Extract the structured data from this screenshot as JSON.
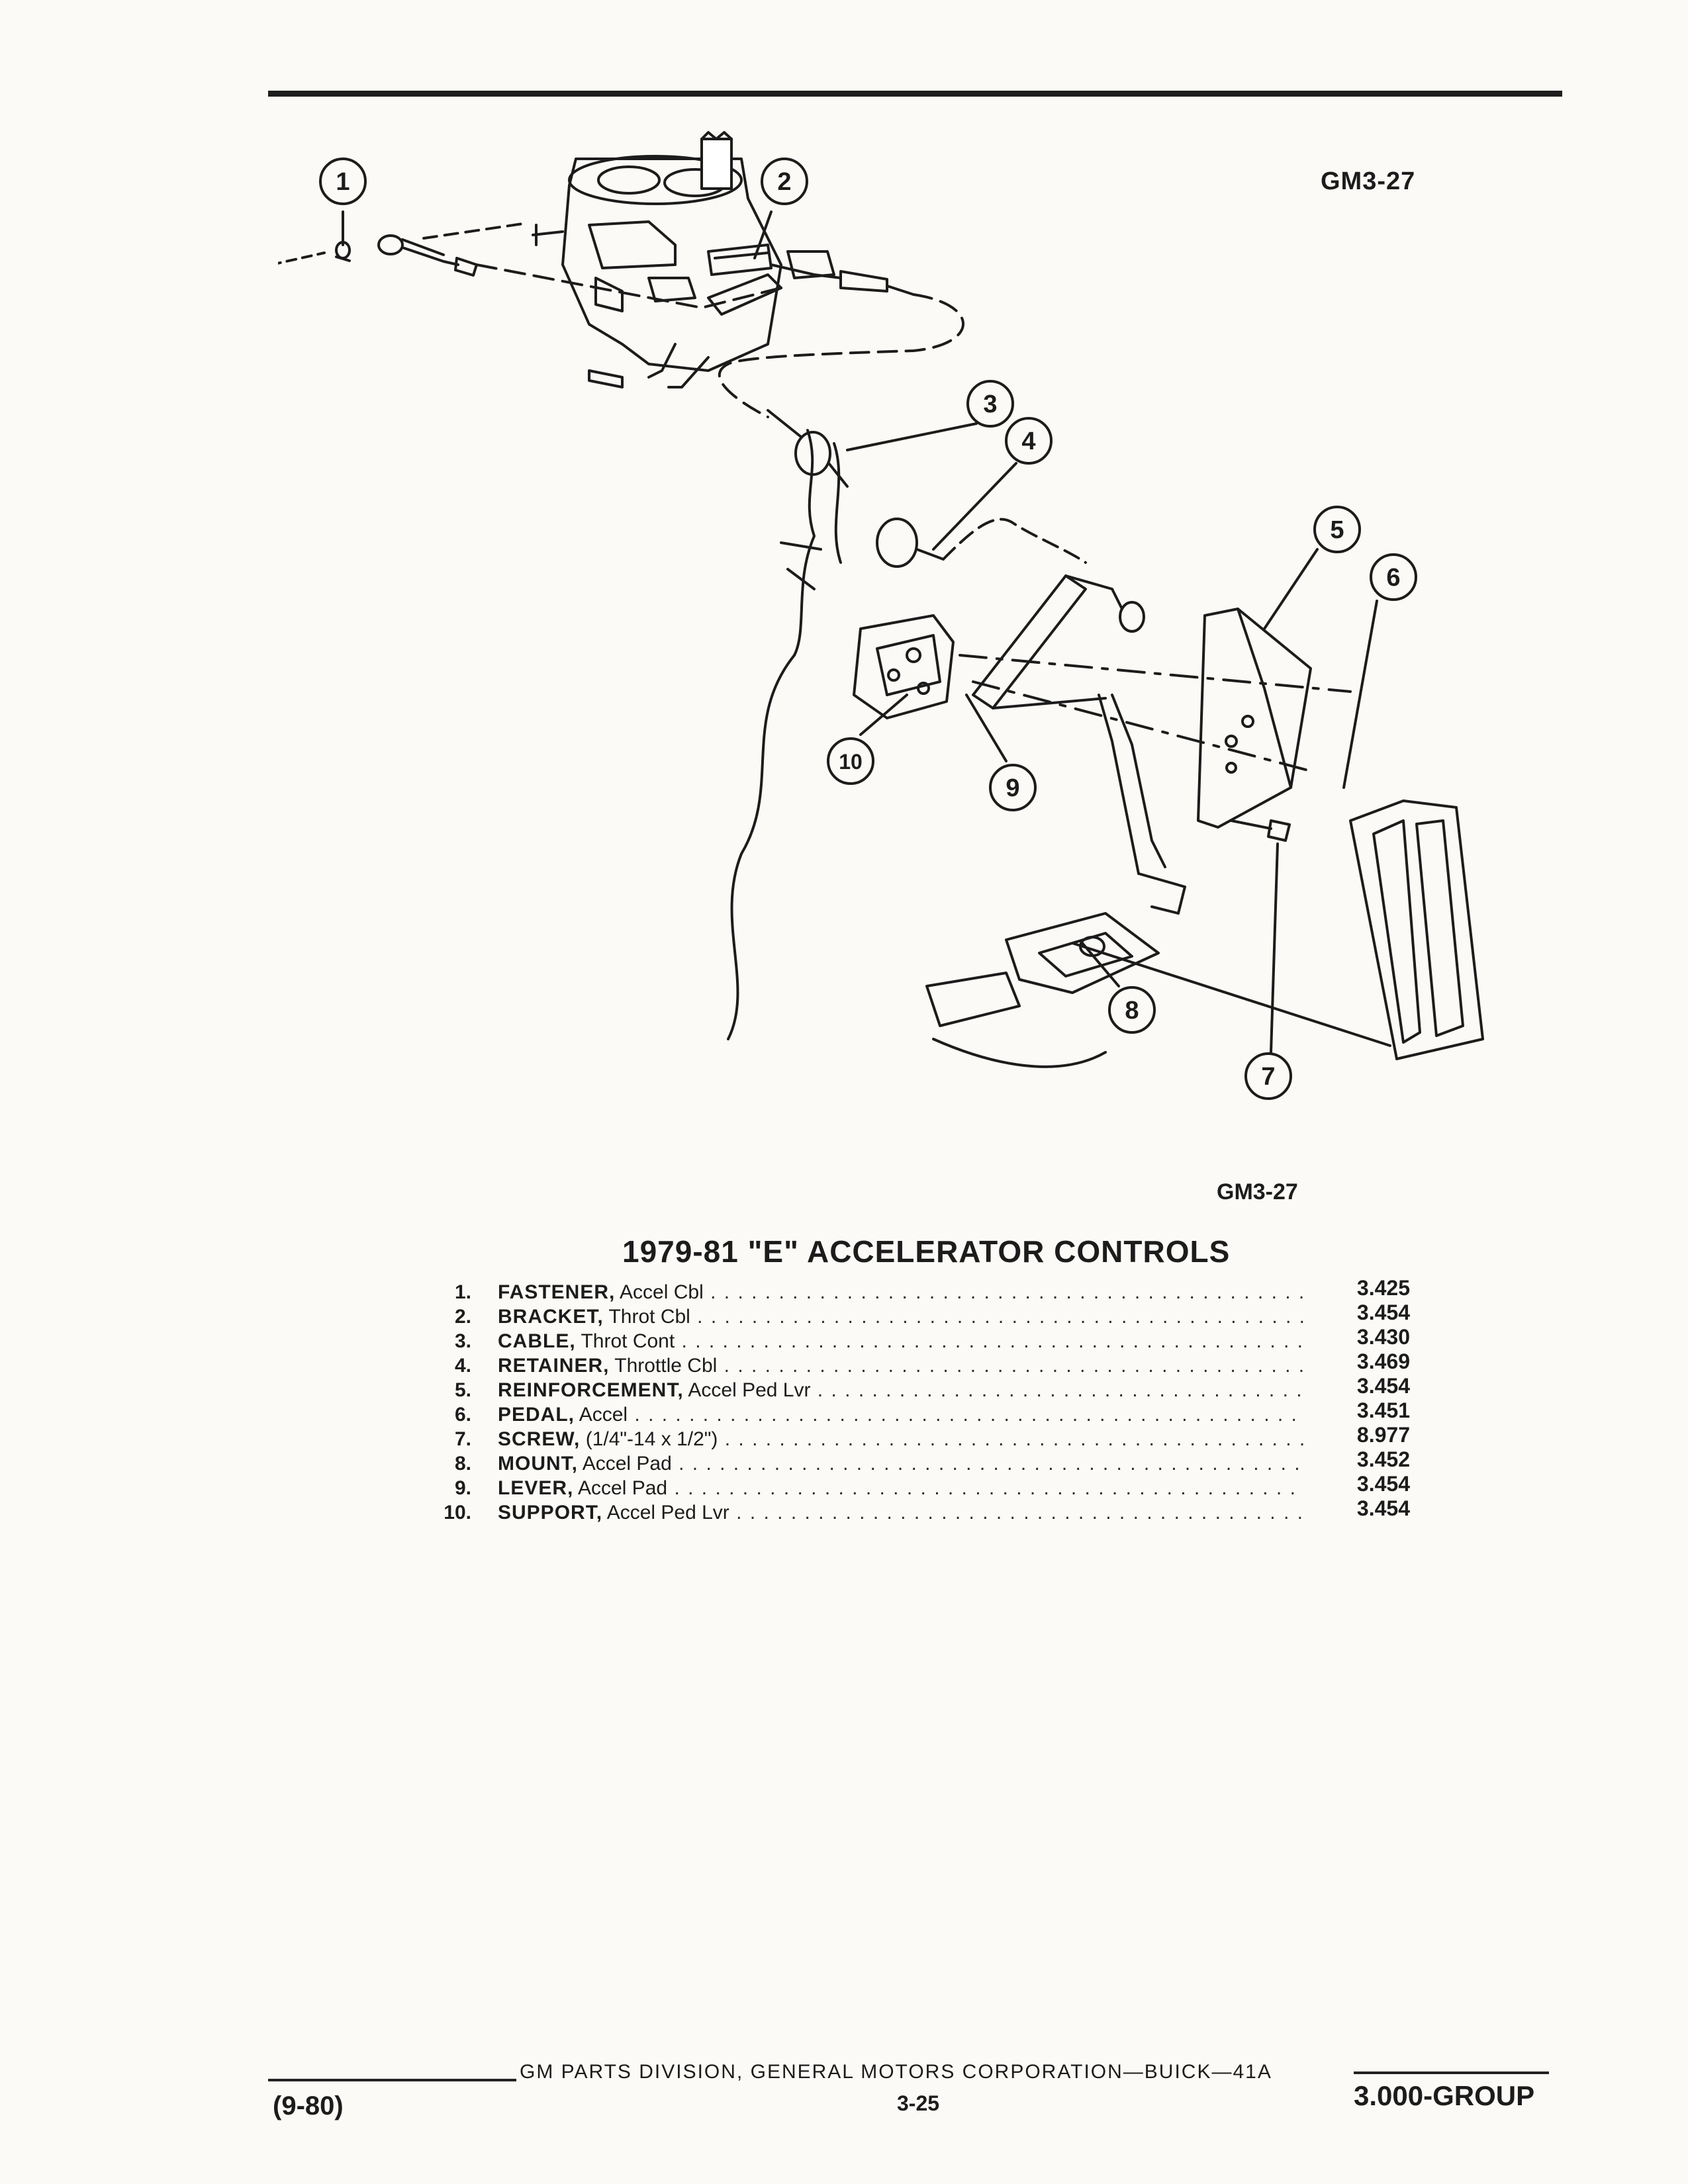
{
  "figure_code": "GM3-27",
  "figure_code_caption": "GM3-27",
  "callouts": [
    "1",
    "2",
    "3",
    "4",
    "5",
    "6",
    "7",
    "8",
    "9",
    "10"
  ],
  "title": "1979-81 \"E\" ACCELERATOR CONTROLS",
  "parts": [
    {
      "num": "1.",
      "name": "FASTENER,",
      "desc": "Accel Cbl",
      "ref": "3.425"
    },
    {
      "num": "2.",
      "name": "BRACKET,",
      "desc": "Throt Cbl",
      "ref": "3.454"
    },
    {
      "num": "3.",
      "name": "CABLE,",
      "desc": "Throt Cont",
      "ref": "3.430"
    },
    {
      "num": "4.",
      "name": "RETAINER,",
      "desc": "Throttle Cbl",
      "ref": "3.469"
    },
    {
      "num": "5.",
      "name": "REINFORCEMENT,",
      "desc": "Accel Ped Lvr",
      "ref": "3.454"
    },
    {
      "num": "6.",
      "name": "PEDAL,",
      "desc": "Accel",
      "ref": "3.451"
    },
    {
      "num": "7.",
      "name": "SCREW,",
      "desc": "(1/4\"-14 x 1/2\")",
      "ref": "8.977"
    },
    {
      "num": "8.",
      "name": "MOUNT,",
      "desc": "Accel Pad",
      "ref": "3.452"
    },
    {
      "num": "9.",
      "name": "LEVER,",
      "desc": "Accel Pad",
      "ref": "3.454"
    },
    {
      "num": "10.",
      "name": "SUPPORT,",
      "desc": "Accel Ped Lvr",
      "ref": "3.454"
    }
  ],
  "footer": {
    "credit": "GM PARTS DIVISION, GENERAL MOTORS CORPORATION—BUICK—41A",
    "date": "(9-80)",
    "page": "3-25",
    "group": "3.000-GROUP"
  }
}
